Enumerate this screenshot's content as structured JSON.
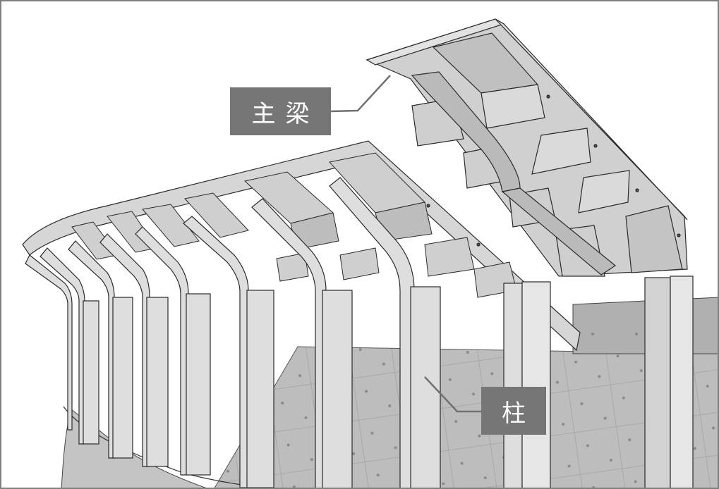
{
  "figure": {
    "description": "3D structural model of a ring-shaped concrete frame: cantilevered main beams bending down into columns, standing on a cylindrical base wall",
    "colors": {
      "background": "#ffffff",
      "border": "#808080",
      "label_bg": "#767676",
      "label_text": "#ffffff",
      "concrete_light": "#dcdcdc",
      "concrete_mid": "#c8c8c8",
      "concrete_dark": "#b4b4b4",
      "edge": "#2a2a2a",
      "leader_line": "#707070"
    }
  },
  "labels": {
    "main_beam": {
      "text": "主梁",
      "meaning": "main beam"
    },
    "column": {
      "text": "柱",
      "meaning": "column"
    }
  }
}
